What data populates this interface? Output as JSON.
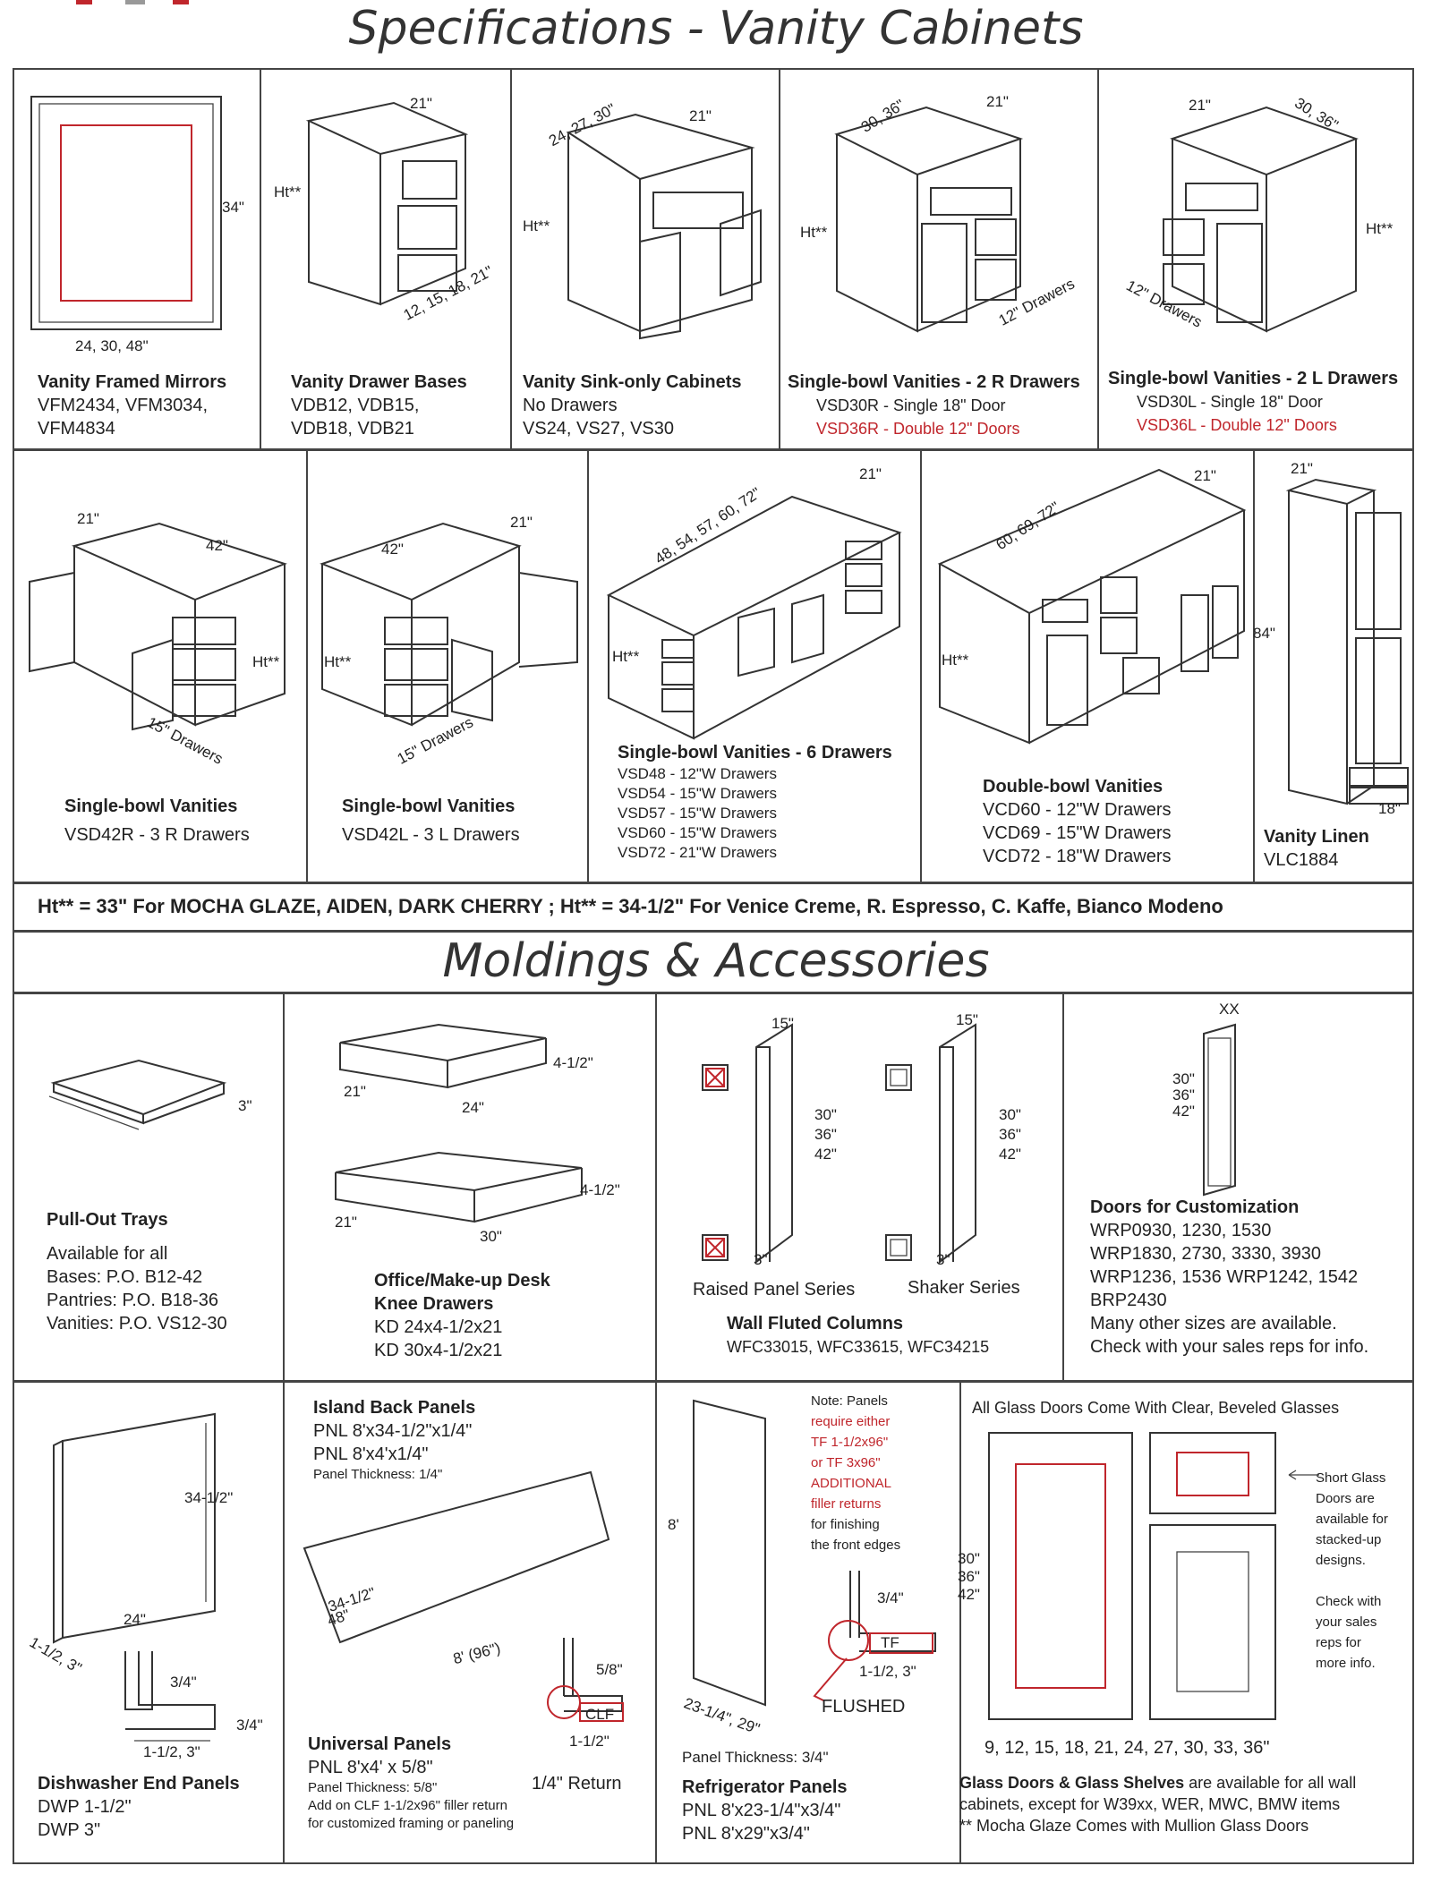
{
  "titles": {
    "vanity": "Specifications - Vanity Cabinets",
    "moldings": "Moldings & Accessories"
  },
  "row1": [
    {
      "title": "Vanity Framed Mirrors",
      "lines": [
        "VFM2434, VFM3034,",
        "VFM4834"
      ],
      "dims": {
        "w": "24, 30, 48\"",
        "h": "34\""
      }
    },
    {
      "title": "Vanity Drawer Bases",
      "lines": [
        "VDB12, VDB15,",
        "VDB18, VDB21"
      ],
      "dims": {
        "d": "21\"",
        "h": "Ht**",
        "w": "12, 15, 18, 21\""
      }
    },
    {
      "title": "Vanity Sink-only Cabinets",
      "lines": [
        "No Drawers",
        "VS24, VS27, VS30"
      ],
      "dims": {
        "w": "24, 27, 30\"",
        "d": "21\"",
        "h": "Ht**"
      }
    },
    {
      "title": "Single-bowl Vanities - 2 R Drawers",
      "line1": "VSD30R - Single 18\" Door",
      "line2": "VSD36R - Double 12\" Doors",
      "dims": {
        "w": "30, 36\"",
        "d": "21\"",
        "h": "Ht**",
        "dr": "12\" Drawers"
      }
    },
    {
      "title": "Single-bowl Vanities - 2 L Drawers",
      "line1": "VSD30L - Single 18\" Door",
      "line2": "VSD36L - Double 12\" Doors",
      "dims": {
        "d": "21\"",
        "w": "30, 36\"",
        "h": "Ht**",
        "dr": "12\" Drawers"
      }
    }
  ],
  "row2": [
    {
      "title": "Single-bowl Vanities",
      "lines": [
        "VSD42R -  3 R Drawers"
      ],
      "dims": {
        "d": "21\"",
        "w": "42\"",
        "h": "Ht**",
        "dr": "15\" Drawers"
      }
    },
    {
      "title": "Single-bowl Vanities",
      "lines": [
        "VSD42L  -  3 L Drawers"
      ],
      "dims": {
        "w": "42\"",
        "d": "21\"",
        "h": "Ht**",
        "dr": "15\" Drawers"
      }
    },
    {
      "title": "Single-bowl Vanities - 6 Drawers",
      "lines": [
        "VSD48 - 12\"W Drawers",
        "VSD54 - 15\"W Drawers",
        "VSD57 - 15\"W Drawers",
        "VSD60 - 15\"W Drawers",
        "VSD72 - 21\"W Drawers"
      ],
      "dims": {
        "w": "48, 54, 57, 60, 72\"",
        "d": "21\"",
        "h": "Ht**"
      }
    },
    {
      "title": "Double-bowl Vanities",
      "lines": [
        "VCD60 - 12\"W Drawers",
        "VCD69 - 15\"W Drawers",
        "VCD72 - 18\"W Drawers"
      ],
      "dims": {
        "w": "60, 69, 72\"",
        "d": "21\"",
        "h": "Ht**"
      }
    },
    {
      "title": "Vanity Linen",
      "lines": [
        "VLC1884"
      ],
      "dims": {
        "d": "21\"",
        "h": "84\"",
        "w": "18\""
      }
    }
  ],
  "ht_note": "Ht** = 33\" For MOCHA GLAZE, AIDEN, DARK CHERRY ;   Ht** = 34-1/2\" For Venice Creme, R. Espresso, C. Kaffe, Bianco Modeno",
  "row3": {
    "trays": {
      "title": "Pull-Out Trays",
      "lines": [
        "Available for all",
        "Bases: P.O. B12-42",
        "Pantries: P.O. B18-36",
        "Vanities: P.O. VS12-30"
      ],
      "dim": "3\""
    },
    "knee": {
      "title1": "Office/Make-up Desk",
      "title2": "Knee Drawers",
      "lines": [
        "KD 24x4-1/2x21",
        "KD 30x4-1/2x21"
      ],
      "d1": "4-1/2\"",
      "w1": "24\"",
      "dd1": "21\"",
      "d2": "4-1/2\"",
      "w2": "30\"",
      "dd2": "21\""
    },
    "columns": {
      "title": "Wall Fluted Columns",
      "line": "WFC33015,  WFC33615,  WFC34215",
      "raised": "Raised Panel Series",
      "shaker": "Shaker Series",
      "w": "15\"",
      "h": [
        "30\"",
        "36\"",
        "42\""
      ],
      "d": "3\""
    },
    "doors": {
      "title": "Doors for Customization",
      "lines": [
        "WRP0930, 1230, 1530",
        "WRP1830, 2730, 3330, 3930",
        "WRP1236, 1536  WRP1242, 1542",
        "BRP2430",
        "Many other sizes are available.",
        "Check with your sales reps for info."
      ],
      "xx": "XX",
      "h": [
        "30\"",
        "36\"",
        "42\""
      ]
    }
  },
  "row4": {
    "dish": {
      "title": "Dishwasher End Panels",
      "lines": [
        "DWP 1-1/2\"",
        "DWP 3\""
      ],
      "h": "34-1/2\"",
      "w": "24\"",
      "d": "1-1/2, 3\"",
      "t1": "3/4\"",
      "t2": "3/4\"",
      "t3": "1-1/2, 3\""
    },
    "island": {
      "title": "Island Back Panels",
      "lines": [
        "PNL 8'x34-1/2\"x1/4\"",
        "PNL 8'x4'x1/4\""
      ],
      "note": "Panel Thickness: 1/4\"",
      "h": [
        "34-1/2\"",
        "48\""
      ],
      "w": "8' (96\")",
      "t": "5/8\"",
      "clf": "CLF",
      "r": "1-1/2\"",
      "ret": "1/4\" Return",
      "u_title": "Universal Panels",
      "u_line": "PNL 8'x4' x 5/8\"",
      "u_notes": [
        "Panel Thickness: 5/8\"",
        "Add on CLF 1-1/2x96\" filler return",
        "for customized framing or paneling"
      ]
    },
    "fridge": {
      "note_black1": "Note: Panels",
      "note_red": [
        "require either",
        "TF 1-1/2x96\"",
        "or TF 3x96\"",
        "ADDITIONAL",
        "filler returns"
      ],
      "note_black2": [
        "for finishing",
        "the front edges"
      ],
      "h": "8'",
      "w": "23-1/4\", 29\"",
      "t": "3/4\"",
      "tf": "TF",
      "tw": "1-1/2, 3\"",
      "flushed": "FLUSHED",
      "thick": "Panel Thickness: 3/4\"",
      "title": "Refrigerator Panels",
      "lines": [
        "PNL 8'x23-1/4\"x3/4\"",
        "PNL 8'x29\"x3/4\""
      ]
    },
    "glass": {
      "top": "All Glass Doors Come With Clear, Beveled Glasses",
      "h": [
        "30\"",
        "36\"",
        "42\""
      ],
      "side": [
        "Short Glass",
        "Doors are",
        "available for",
        "stacked-up",
        "designs.",
        "",
        "Check with",
        "your sales",
        "reps for",
        "more info."
      ],
      "widths": "9, 12, 15, 18, 21, 24, 27, 30, 33, 36\"",
      "bold": "Glass Doors & Glass Shelves",
      "rest": " are available for all wall",
      "line2": "cabinets, except for W39xx, WER, MWC, BMW items",
      "line3": "** Mocha Glaze Comes with Mullion Glass Doors"
    }
  }
}
